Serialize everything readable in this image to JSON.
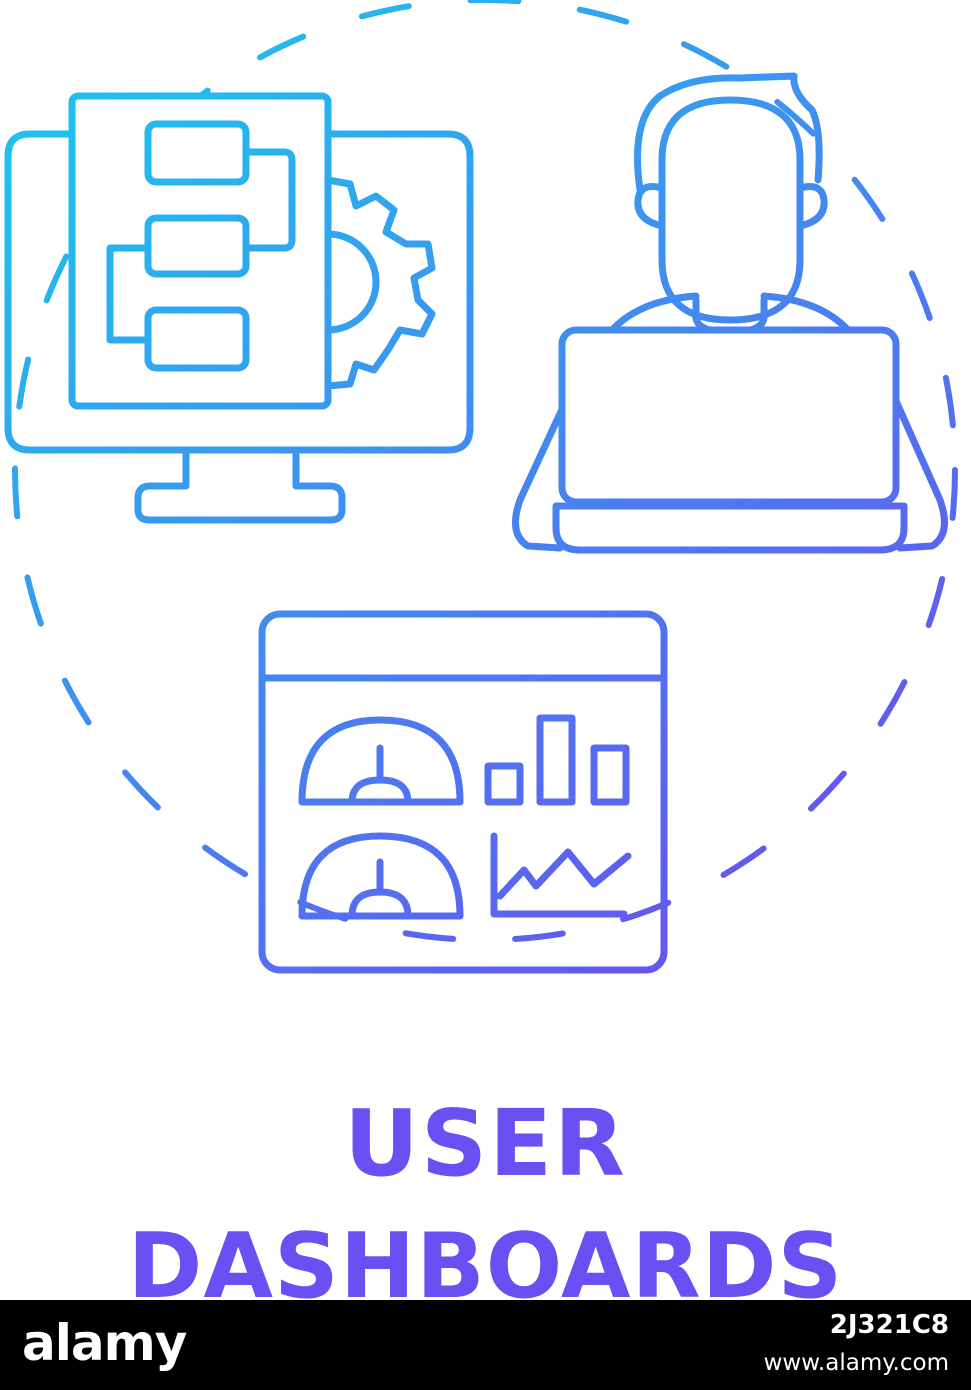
{
  "title": {
    "line1": "USER",
    "line2": "DASHBOARDS"
  },
  "footer": {
    "logo": "alamy",
    "image_id": "2J321C8",
    "site": "www.alamy.com"
  },
  "icons": [
    "monitor-with-flowchart-and-gear-icon",
    "person-with-laptop-icon",
    "dashboard-window-icon"
  ],
  "colors": {
    "gradient_start": "#1fc0ef",
    "gradient_end": "#7044f0",
    "title": "#6a4ff2",
    "footer_bg": "#000000"
  }
}
